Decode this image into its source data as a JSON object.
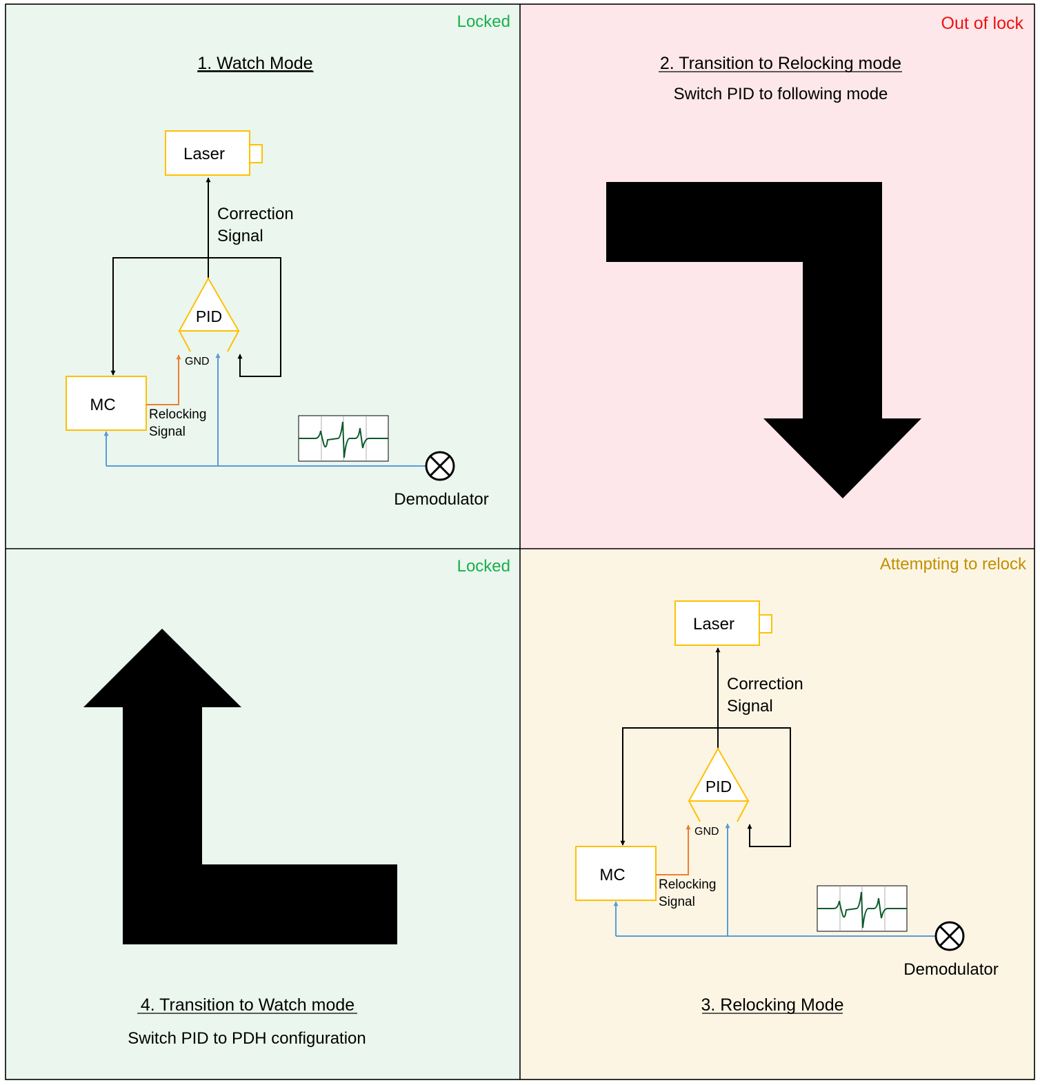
{
  "colors": {
    "locked_bg": "#eaf6ee",
    "out_of_lock_bg": "#fde7ea",
    "relock_bg": "#fdf5e4",
    "locked_text": "#19b04a",
    "out_of_lock_text": "#ee1111",
    "relock_text": "#bf9000",
    "component_outline": "#ffc000",
    "relocking_signal_line": "#ed7d31",
    "error_signal_line": "#5b9bd5",
    "waveform": "#0a5a2a"
  },
  "panels": {
    "p1": {
      "status": "Locked",
      "title": "1. Watch Mode",
      "diagram": {
        "laser": "Laser",
        "correction_line1": "Correction",
        "correction_line2": "Signal",
        "pid": "PID",
        "gnd": "GND",
        "mc": "MC",
        "relock_line1": "Relocking",
        "relock_line2": "Signal",
        "demodulator": "Demodulator"
      }
    },
    "p2": {
      "status": "Out of lock",
      "title": "2.  Transition to Relocking mode",
      "subtitle": "Switch PID to following mode"
    },
    "p3": {
      "status": "Attempting to relock",
      "title": "3. Relocking Mode",
      "diagram": {
        "laser": "Laser",
        "correction_line1": "Correction",
        "correction_line2": "Signal",
        "pid": "PID",
        "gnd": "GND",
        "mc": "MC",
        "relock_line1": "Relocking",
        "relock_line2": "Signal",
        "demodulator": "Demodulator"
      }
    },
    "p4": {
      "status": "Locked",
      "title": "4.  Transition to Watch mode",
      "subtitle": "Switch PID to PDH configuration"
    }
  }
}
